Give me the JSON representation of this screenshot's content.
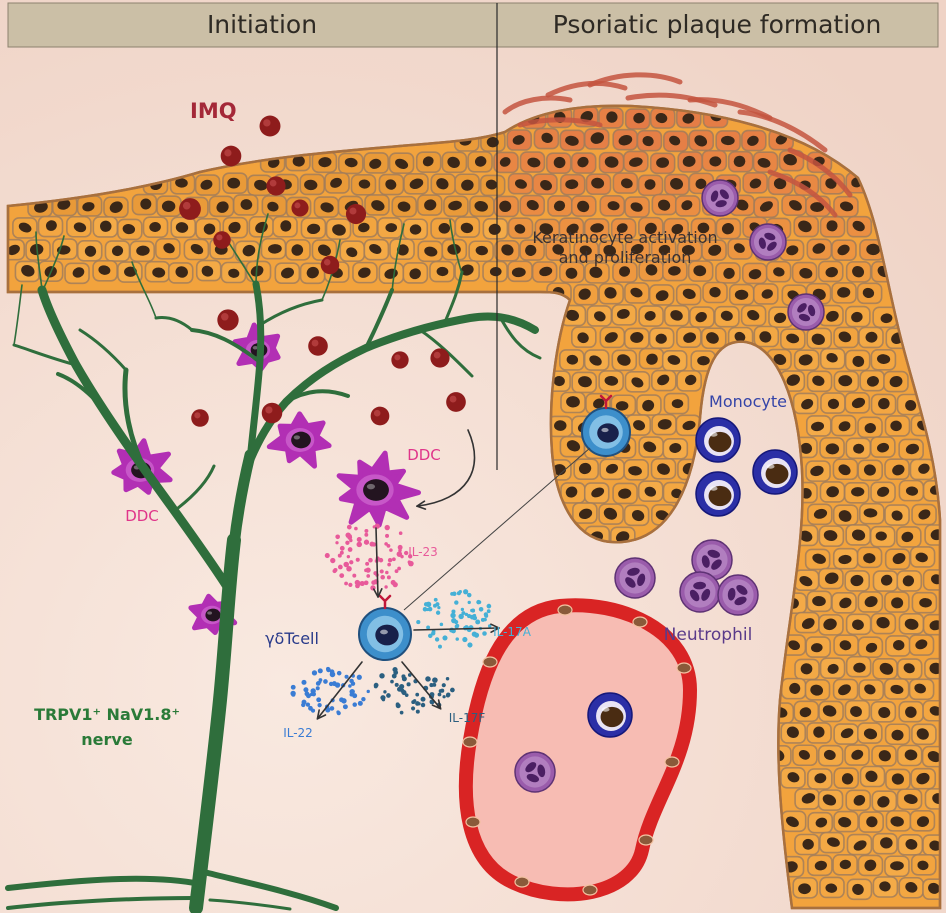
{
  "header": {
    "left_title": "Initiation",
    "right_title": "Psoriatic plaque formation"
  },
  "labels": {
    "imq": "IMQ",
    "keratinocyte_line1": "Keratinocyte activation",
    "keratinocyte_line2": "and proliferation",
    "monocyte": "Monocyte",
    "ddc_center": "DDC",
    "ddc_left": "DDC",
    "il23": "IL-23",
    "tcell": "γδTcell",
    "il17a": "IL-17A",
    "il22": "IL-22",
    "il17f": "IL-17F",
    "neutrophil": "Neutrophil",
    "nerve_line1": "TRPV1⁺ NaV1.8⁺",
    "nerve_line2": "nerve"
  },
  "colors": {
    "header_bg": "#cbbfa6",
    "dermis": "#f6e3d9",
    "keratinocyte": "#f2a33d",
    "activated_keratinocyte": "#e27548",
    "nucleus": "#3a2718",
    "nerve": "#2f6e3c",
    "ddc": "#b22fb4",
    "tcell": "#3d8fcb",
    "monocyte": "#2b2fa6",
    "neutrophil": "#9a5cab",
    "vessel_wall": "#d92424",
    "vessel_lumen": "#f7bcb3",
    "imq": "#8e1c1c",
    "il23": "#e85a9a",
    "il17a": "#45b0d6",
    "il22": "#3a7cd4",
    "il17f": "#2b5f80",
    "label_imq": "#a42838",
    "label_ddc": "#e0358a",
    "label_tcell": "#283a8a",
    "label_monocyte": "#3444a8",
    "label_neutrophil": "#5a3a8a",
    "label_nerve": "#2a7a38"
  }
}
